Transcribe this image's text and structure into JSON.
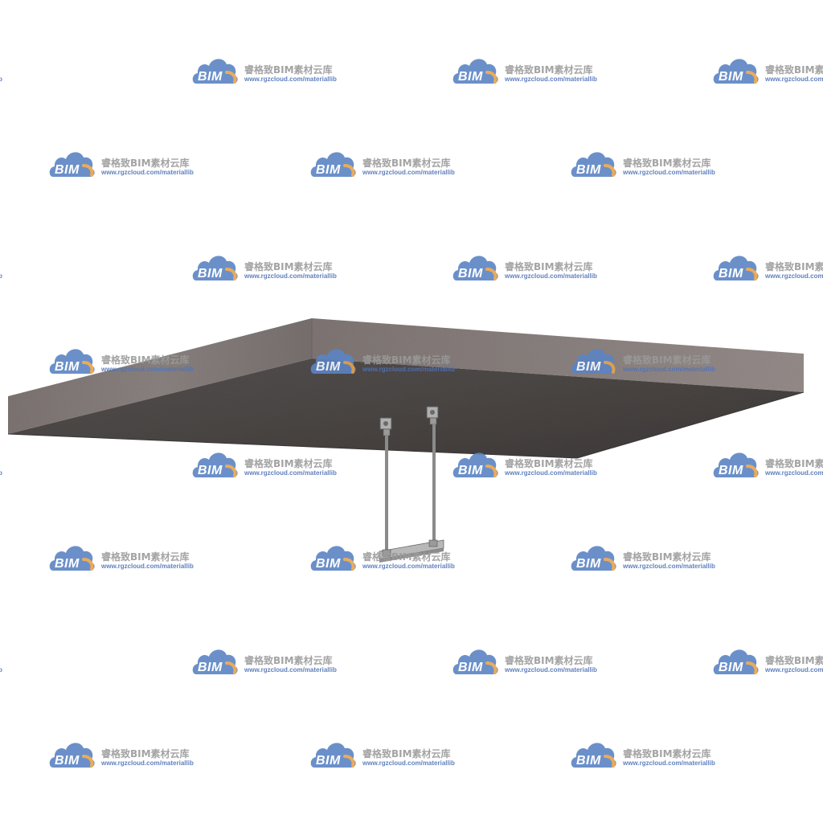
{
  "scene": {
    "subject": "concrete-slab-with-ceiling-hanger",
    "colors": {
      "background": "#ffffff",
      "slab_top": "#4a4644",
      "slab_front": "#7b7270",
      "slab_side": "#8d8482",
      "hanger_rod": "#8a8a8a",
      "channel": "#a9a9a9"
    }
  },
  "watermark": {
    "logo_text": "BIM",
    "name": "睿格致BIM素材云库",
    "url": "www.rgzcloud.com/materiallib",
    "colors": {
      "cloud_blue": "#5b84c4",
      "cloud_orange": "#e8a34a",
      "name_gray": "#9a9a9a",
      "url_blue": "#4f73b8"
    }
  }
}
